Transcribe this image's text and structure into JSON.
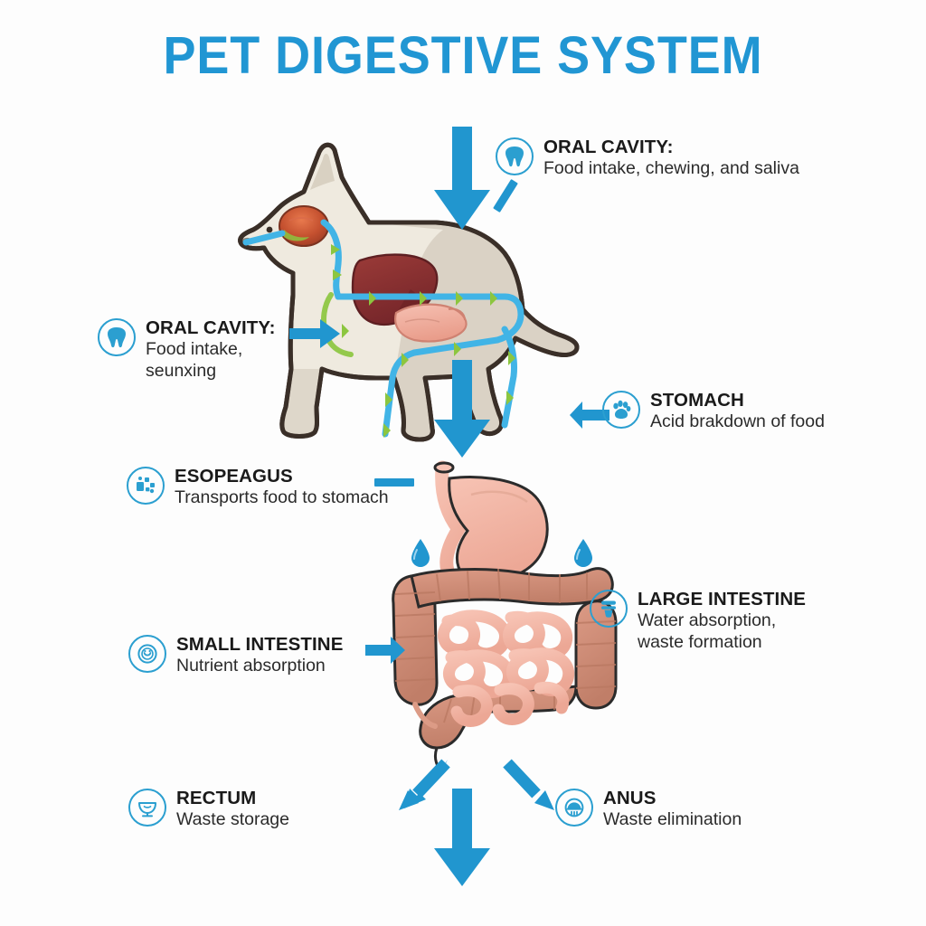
{
  "header": {
    "title": "PET DIGESTIVE SYSTEM"
  },
  "colors": {
    "accent_blue": "#2196cf",
    "icon_blue": "#2b9fd0",
    "title_blue": "#2196d3",
    "background": "#fdfdfd",
    "dog_body": "#efeadf",
    "dog_outline": "#3a2f28",
    "liver": "#8e3535",
    "stomach_pink": "#f0a898",
    "intestine_dark": "#cf8a75",
    "intestine_light": "#f3b5a6",
    "tract_blue": "#41b4e6",
    "tract_green": "#8cc63f",
    "text_dark": "#1a1a1a"
  },
  "labels": [
    {
      "id": "oral-cavity-top",
      "icon": "tooth-icon",
      "title": "ORAL CAVITY:",
      "desc": [
        "Food intake, chewing, and saliva"
      ]
    },
    {
      "id": "oral-cavity-left",
      "icon": "tooth-icon",
      "title": "ORAL CAVITY:",
      "desc": [
        "Food intake,",
        "seunxing"
      ]
    },
    {
      "id": "stomach",
      "icon": "paw-icon",
      "title": "STOMACH",
      "desc": [
        "Acid brakdown of food"
      ]
    },
    {
      "id": "esophagus",
      "icon": "esophagus-icon",
      "title": "ESOPEAGUS",
      "desc": [
        "Transports food to stomach"
      ]
    },
    {
      "id": "small-intestine",
      "icon": "small-intestine-icon",
      "title": "SMALL INTESTINE",
      "desc": [
        "Nutrient absorption"
      ]
    },
    {
      "id": "large-intestine",
      "icon": "large-intestine-icon",
      "title": "LARGE INTESTINE",
      "desc": [
        "Water absorption,",
        "waste formation"
      ]
    },
    {
      "id": "rectum",
      "icon": "rectum-icon",
      "title": "RECTUM",
      "desc": [
        "Waste storage"
      ]
    },
    {
      "id": "anus",
      "icon": "anus-icon",
      "title": "ANUS",
      "desc": [
        "Waste elimination"
      ]
    }
  ],
  "diagram": {
    "dog_illustration": "dog-digestive-anatomy",
    "organs_illustration": "stomach-and-intestines",
    "water_drops": 2,
    "arrows": [
      "arrow-down-to-dog",
      "arrow-right-to-dog-mouth",
      "arrow-left-to-dog-belly",
      "arrow-down-to-stomach",
      "arrow-right-to-small-intestine",
      "arrow-down-left-to-rectum",
      "arrow-down-out",
      "arrow-down-right-to-anus"
    ]
  }
}
